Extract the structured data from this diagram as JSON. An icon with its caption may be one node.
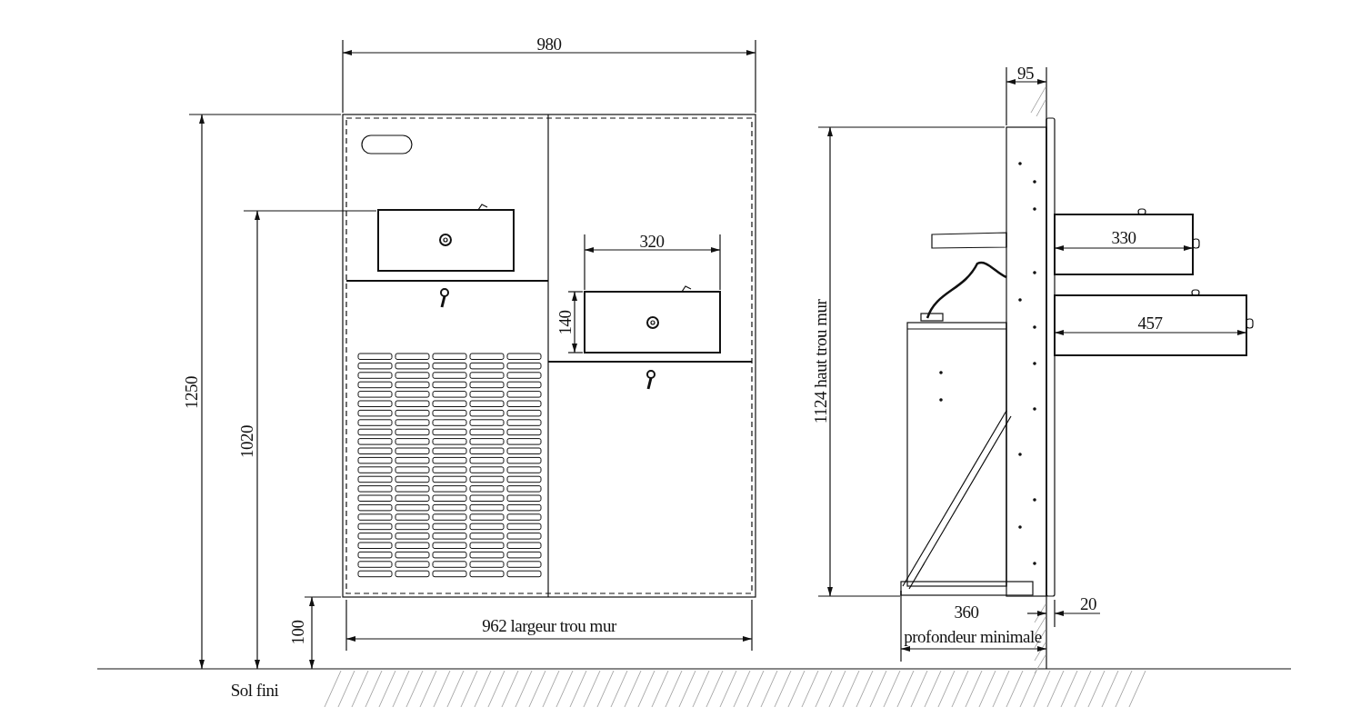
{
  "diagram": {
    "labels": [
      "980",
      "95",
      "330",
      "320",
      "457",
      "140",
      "1250",
      "1124 haut trou mur",
      "1020",
      "360",
      "20",
      "962 largeur trou mur",
      "100",
      "profondeur minimale",
      "Sol fini"
    ]
  }
}
